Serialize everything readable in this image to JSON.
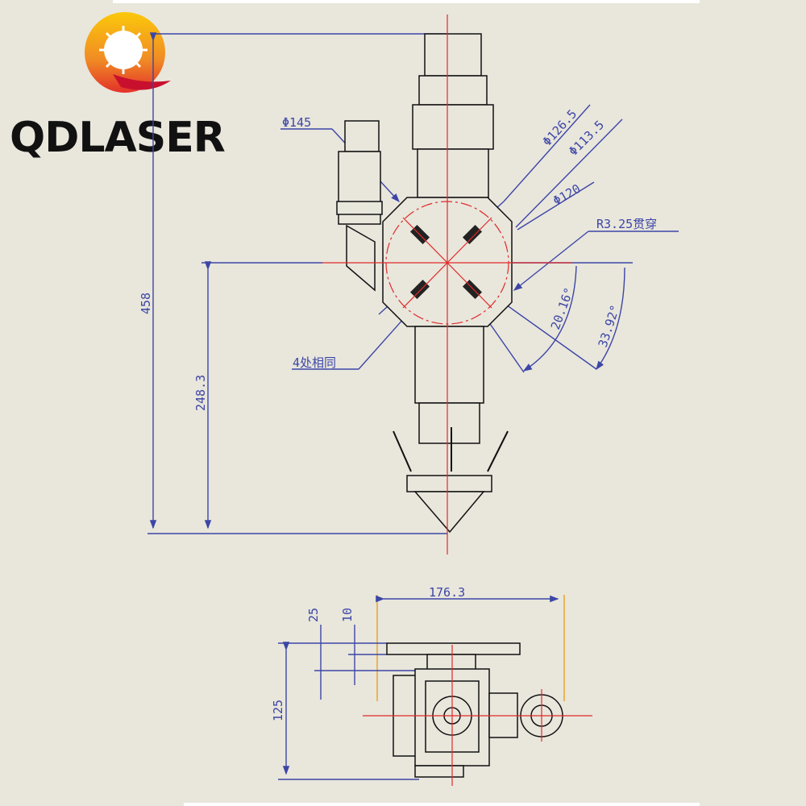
{
  "logo": {
    "brand": "QDLASER"
  },
  "front_view": {
    "total_height": "458",
    "center_height": "248.3",
    "flange_diameter": "Φ145",
    "diameter_1": "Φ126.5",
    "diameter_2": "Φ113.5",
    "diameter_3": "Φ120",
    "hole_note": "R3.25贯穿",
    "angle_1": "20.16°",
    "angle_2": "33.92°",
    "repeat_note": "4处相同"
  },
  "top_view": {
    "width": "176.3",
    "offset_1": "25",
    "offset_2": "10",
    "depth": "125"
  },
  "colors": {
    "dimension": "#3c46a6",
    "centerline": "#e02a2a",
    "extension": "#e8a020",
    "background": "#e9e6dc"
  }
}
